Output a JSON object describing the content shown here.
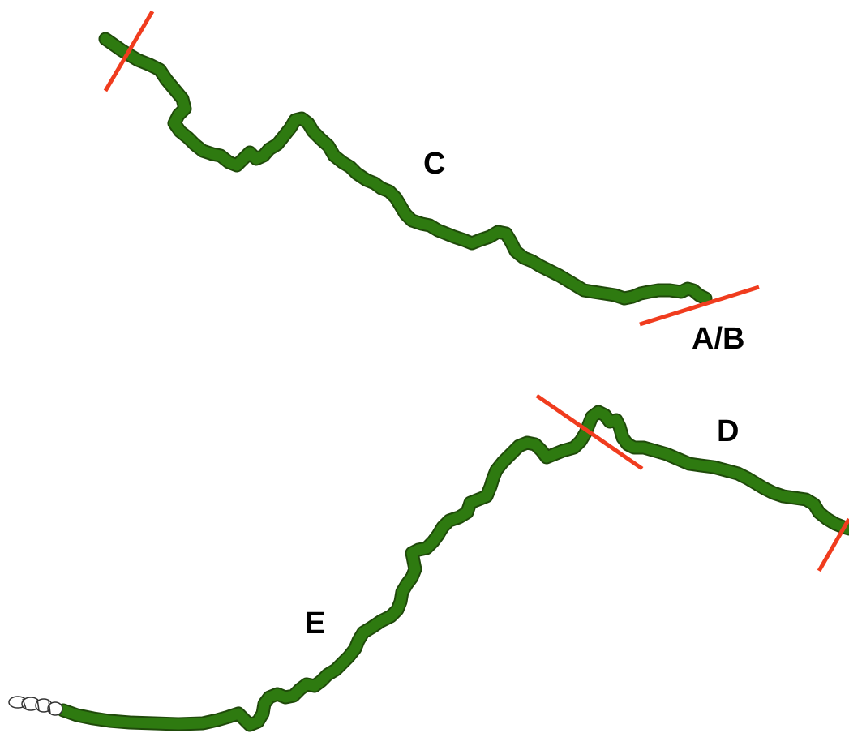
{
  "labels": {
    "c": "C",
    "ab": "A/B",
    "d": "D",
    "e": "E"
  },
  "colors": {
    "path_fill": "#2e7a10",
    "path_edge": "#1f4a0a",
    "cut": "#f03c1e",
    "tail_outline": "#333333",
    "tail_fill": "#ffffff",
    "label": "#000000"
  },
  "icons": {
    "tail": "chain-links-icon"
  }
}
